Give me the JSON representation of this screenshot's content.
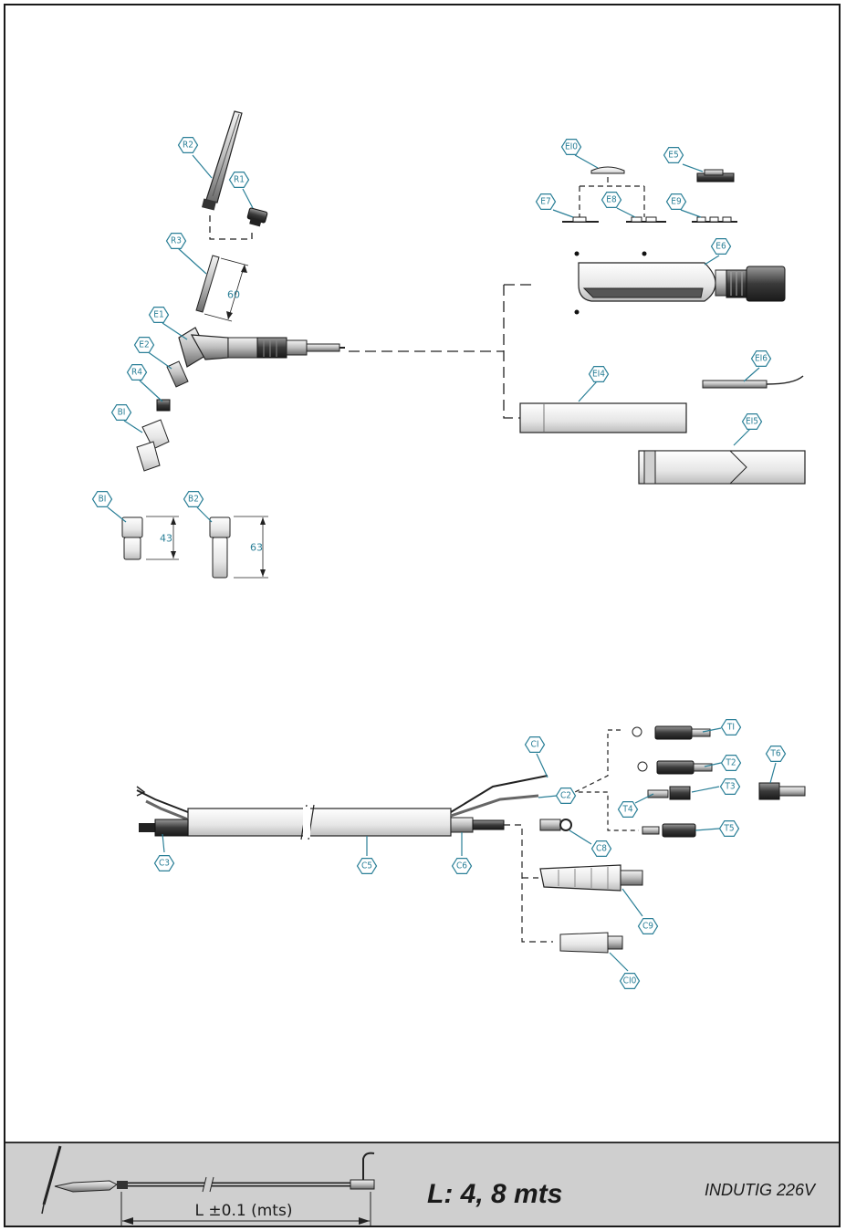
{
  "tags": {
    "R2": "R2",
    "R1": "R1",
    "R3": "R3",
    "E1": "E1",
    "E2": "E2",
    "R4": "R4",
    "B1": "BI",
    "B1b": "BI",
    "B2": "B2",
    "E10": "EI0",
    "E5": "E5",
    "E7": "E7",
    "E8": "E8",
    "E9": "E9",
    "E6": "E6",
    "E14": "EI4",
    "E16": "EI6",
    "E15": "EI5",
    "C1": "CI",
    "C2": "C2",
    "C3": "C3",
    "C5": "C5",
    "C6": "C6",
    "C8": "C8",
    "C9": "C9",
    "C10": "CI0",
    "T1": "TI",
    "T2": "T2",
    "T3": "T3",
    "T4": "T4",
    "T5": "T5",
    "T6": "T6"
  },
  "dimensions": {
    "r3": "60",
    "b1": "43",
    "b2": "63"
  },
  "footer": {
    "length_label": "L: 4, 8 mts",
    "model": "INDUTIG 226V",
    "tolerance": "L ±0.1 (mts)"
  },
  "colors": {
    "tag": "#2a7f97",
    "line": "#1a1a1a",
    "footer_bg": "#cfcfcf"
  }
}
